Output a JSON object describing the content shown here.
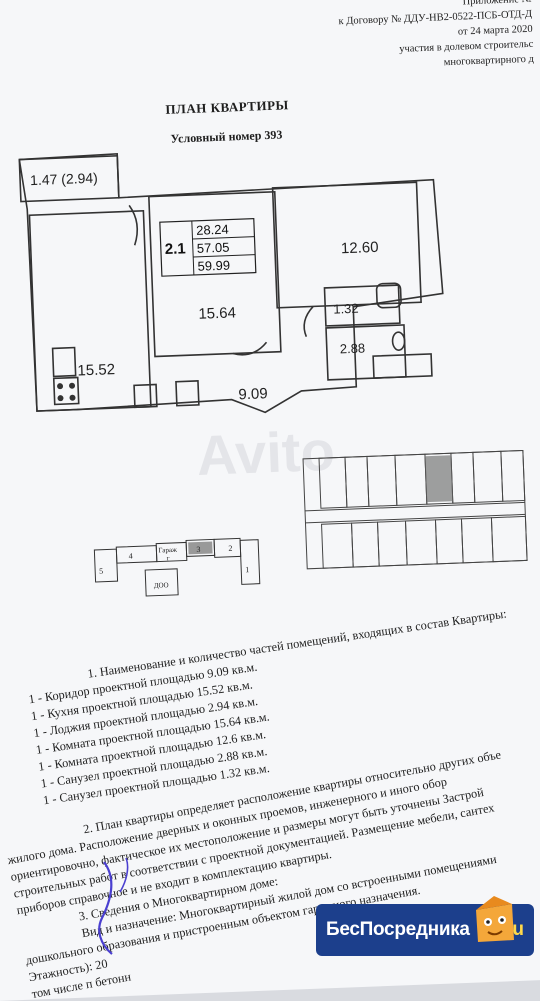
{
  "header": {
    "line1": "Приложение №",
    "line2": "к Договору № ДДУ-НВ2-0522-ПСБ-ОТД-Д",
    "line3": "от 24 марта 2020",
    "line4": "участия в долевом строительс",
    "line5": "многоквартирного д"
  },
  "title": "ПЛАН КВАРТИРЫ",
  "subtitle": "Условный номер 393",
  "plan": {
    "loggia": "1.47 (2.94)",
    "kitchen": "15.52",
    "room1": "15.64",
    "room2": "12.60",
    "corridor": "9.09",
    "bath1": "1.32",
    "bath2": "2.88",
    "label_id": "2.1",
    "living": "28.24",
    "total": "57.05",
    "total_with_loggia": "59.99"
  },
  "mini_plan": {
    "l5": "5",
    "l4": "4",
    "garage": "Гараж",
    "g": "г",
    "l3": "3",
    "l2": "2",
    "l1": "1",
    "doo": "ДОО"
  },
  "list_intro": "1. Наименование и количество частей помещений, входящих в состав Квартиры:",
  "list": [
    "1 - Коридор проектной площадью 9.09 кв.м.",
    "1 - Кухня проектной площадью 15.52 кв.м.",
    "1 - Лоджия проектной площадью 2.94 кв.м.",
    "1 - Комната проектной площадью 15.64 кв.м.",
    "1 - Комната проектной площадью 12.6 кв.м.",
    "1 - Санузел проектной площадью 2.88 кв.м.",
    "1 - Санузел проектной площадью 1.32 кв.м."
  ],
  "paragraph": [
    "2. План квартиры определяет расположение квартиры относительно других объе",
    "жилого дома. Расположение дверных и оконных проемов, инженерного и иного обор",
    "ориентировочно, фактическое их местоположение и размеры могут быть уточнены Застрой",
    "строительных работ в соответствии с проектной документацией. Размещение мебели, сантех",
    "приборов справочное и не входит в комплектацию квартиры.",
    "3. Сведения о Многоквартирном доме:",
    "Вид и назначение: Многоквартирный жилой дом со встроенными помещениями",
    "дошкольного образования и пристроенным объектом гаражного назначения.",
    "Этажность): 20",
    "том числе п        бетонн"
  ],
  "badge": {
    "text": "БесПосредника",
    "suffix": ".ru"
  },
  "watermark": "Avito"
}
